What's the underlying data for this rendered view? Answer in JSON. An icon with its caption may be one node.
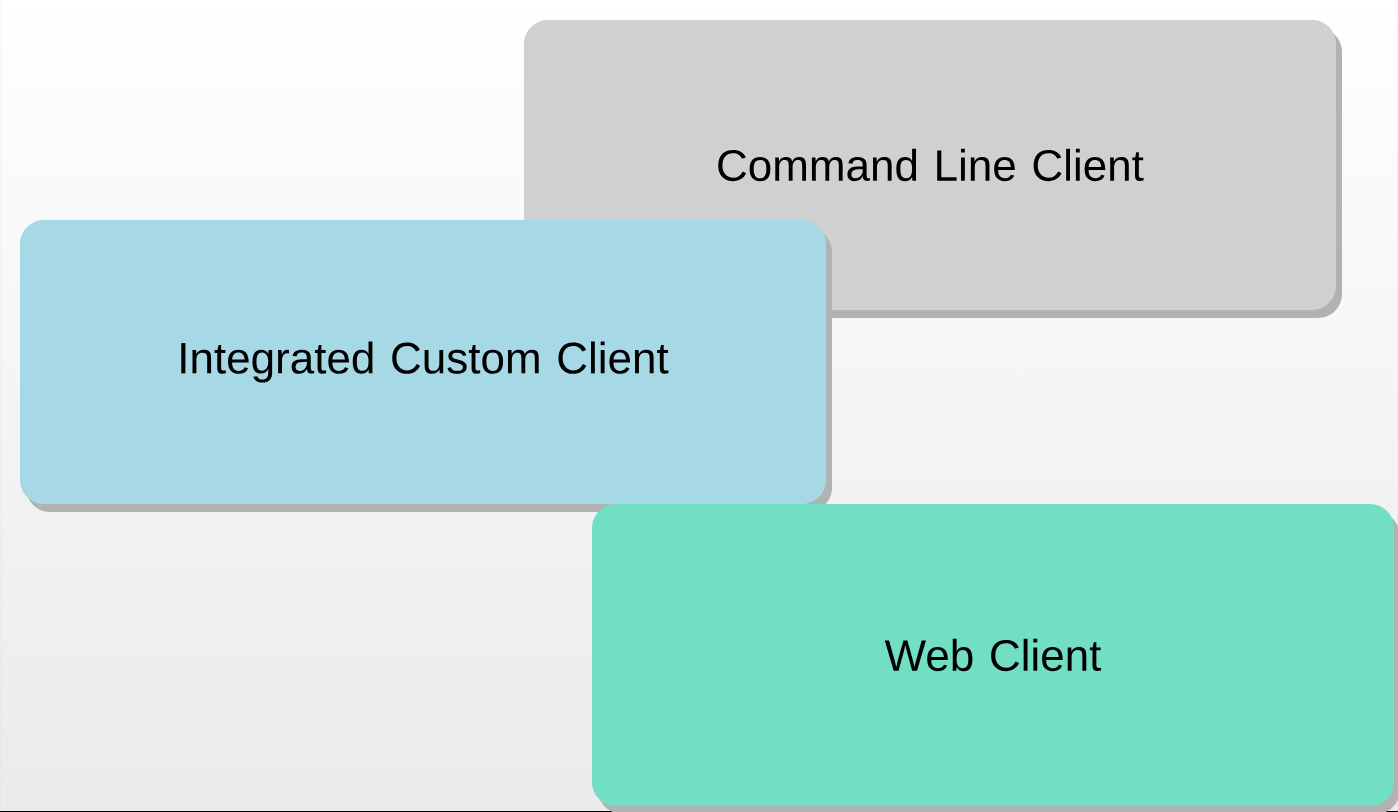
{
  "diagram": {
    "nodes": [
      {
        "text": [
          "Command Line Client"
        ]
      },
      {
        "text": [
          "Integrated Custom Client"
        ]
      },
      {
        "text": [
          "Web Client"
        ]
      }
    ]
  }
}
